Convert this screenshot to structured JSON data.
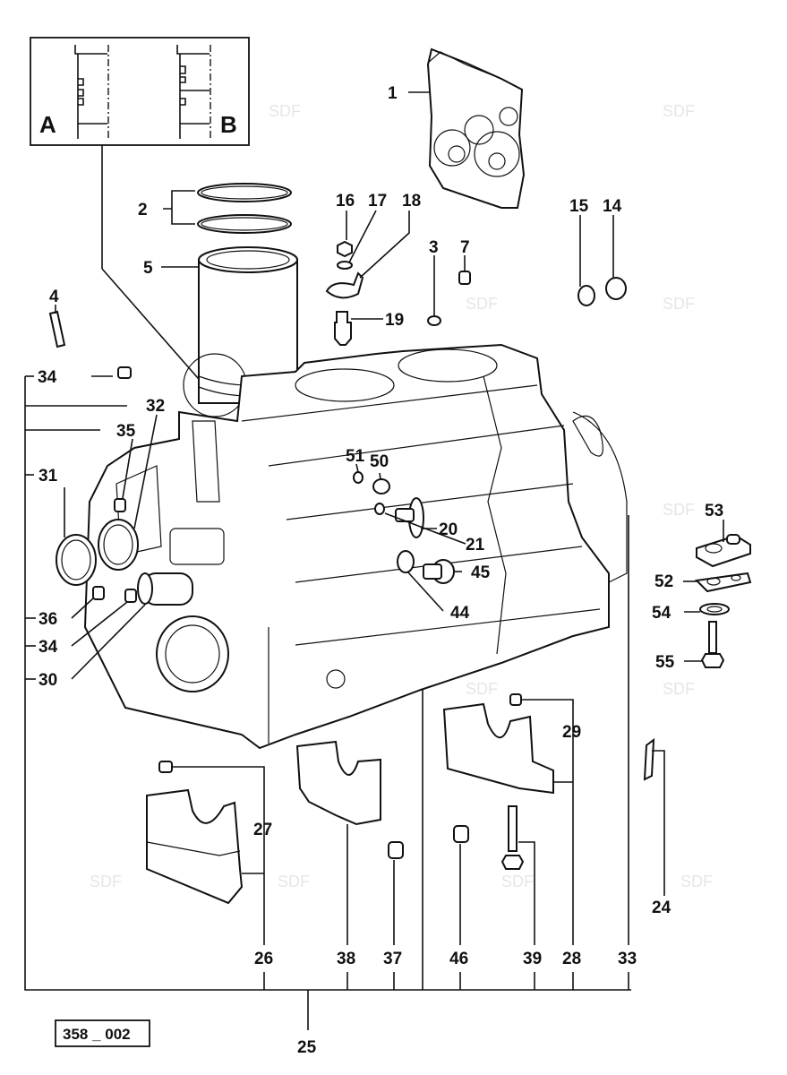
{
  "diagram": {
    "title": "Engine block exploded view",
    "reference_code": "358 _ 002",
    "watermark": "SDF",
    "detail_inset": {
      "labels": [
        "A",
        "B"
      ]
    },
    "callouts": [
      {
        "id": "c1",
        "label": "1"
      },
      {
        "id": "c2",
        "label": "2"
      },
      {
        "id": "c3",
        "label": "3"
      },
      {
        "id": "c4",
        "label": "4"
      },
      {
        "id": "c5",
        "label": "5"
      },
      {
        "id": "c7",
        "label": "7"
      },
      {
        "id": "c14",
        "label": "14"
      },
      {
        "id": "c15",
        "label": "15"
      },
      {
        "id": "c16",
        "label": "16"
      },
      {
        "id": "c17",
        "label": "17"
      },
      {
        "id": "c18",
        "label": "18"
      },
      {
        "id": "c19",
        "label": "19"
      },
      {
        "id": "c20",
        "label": "20"
      },
      {
        "id": "c21",
        "label": "21"
      },
      {
        "id": "c24",
        "label": "24"
      },
      {
        "id": "c25",
        "label": "25"
      },
      {
        "id": "c26",
        "label": "26"
      },
      {
        "id": "c27",
        "label": "27"
      },
      {
        "id": "c28",
        "label": "28"
      },
      {
        "id": "c29",
        "label": "29"
      },
      {
        "id": "c30",
        "label": "30"
      },
      {
        "id": "c31",
        "label": "31"
      },
      {
        "id": "c32",
        "label": "32"
      },
      {
        "id": "c33",
        "label": "33"
      },
      {
        "id": "c34a",
        "label": "34"
      },
      {
        "id": "c34b",
        "label": "34"
      },
      {
        "id": "c35",
        "label": "35"
      },
      {
        "id": "c36",
        "label": "36"
      },
      {
        "id": "c37",
        "label": "37"
      },
      {
        "id": "c38",
        "label": "38"
      },
      {
        "id": "c39",
        "label": "39"
      },
      {
        "id": "c44",
        "label": "44"
      },
      {
        "id": "c45",
        "label": "45"
      },
      {
        "id": "c46",
        "label": "46"
      },
      {
        "id": "c50",
        "label": "50"
      },
      {
        "id": "c51",
        "label": "51"
      },
      {
        "id": "c52",
        "label": "52"
      },
      {
        "id": "c53",
        "label": "53"
      },
      {
        "id": "c54",
        "label": "54"
      },
      {
        "id": "c55",
        "label": "55"
      }
    ]
  }
}
